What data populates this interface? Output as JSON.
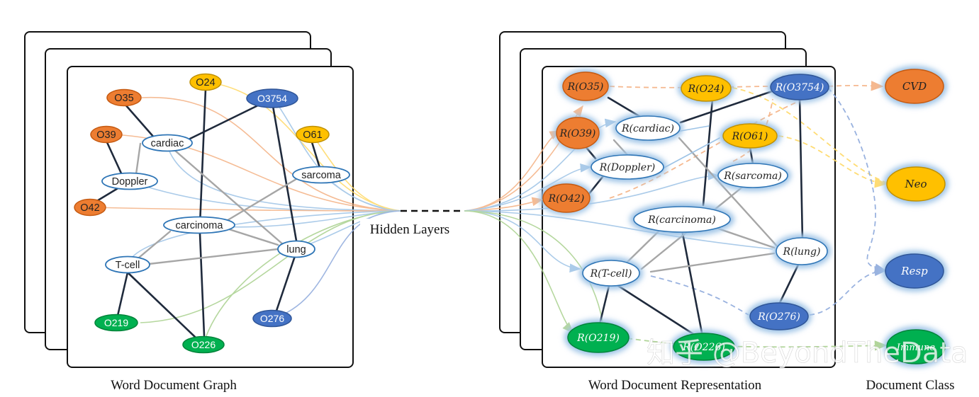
{
  "captions": {
    "left": "Word Document Graph",
    "middle": "Hidden Layers",
    "right": "Word Document Representation",
    "classes": "Document Class"
  },
  "watermark": "知乎 @BeyondTheData",
  "colors": {
    "orange": "#ED7D31",
    "orange_border": "#C55A11",
    "yellow": "#FFC000",
    "yellow_border": "#BF9000",
    "blue": "#4472C4",
    "blue_border": "#2F5597",
    "green": "#00B050",
    "green_border": "#00843A",
    "word_border": "#2E75B6",
    "edge_dark": "#1F2A3C",
    "edge_gray": "#A6A6A6",
    "glow": "#9DC3E6"
  },
  "graph": {
    "nodes": [
      {
        "id": "O35",
        "label": "O35",
        "kind": "orange"
      },
      {
        "id": "O24",
        "label": "O24",
        "kind": "yellow"
      },
      {
        "id": "O3754",
        "label": "O3754",
        "kind": "blue"
      },
      {
        "id": "O39",
        "label": "O39",
        "kind": "orange"
      },
      {
        "id": "O61",
        "label": "O61",
        "kind": "yellow"
      },
      {
        "id": "cardiac",
        "label": "cardiac",
        "kind": "word"
      },
      {
        "id": "sarcoma",
        "label": "sarcoma",
        "kind": "word"
      },
      {
        "id": "Doppler",
        "label": "Doppler",
        "kind": "word"
      },
      {
        "id": "O42",
        "label": "O42",
        "kind": "orange"
      },
      {
        "id": "carcinoma",
        "label": "carcinoma",
        "kind": "word"
      },
      {
        "id": "lung",
        "label": "lung",
        "kind": "word"
      },
      {
        "id": "Tcell",
        "label": "T-cell",
        "kind": "word"
      },
      {
        "id": "O219",
        "label": "O219",
        "kind": "green"
      },
      {
        "id": "O276",
        "label": "O276",
        "kind": "blue"
      },
      {
        "id": "O226",
        "label": "O226",
        "kind": "green"
      }
    ]
  },
  "representation": {
    "nodes": [
      {
        "id": "O35",
        "label": "R(O35)",
        "kind": "orange"
      },
      {
        "id": "O24",
        "label": "R(O24)",
        "kind": "yellow"
      },
      {
        "id": "O3754",
        "label": "R(O3754)",
        "kind": "blue"
      },
      {
        "id": "O39",
        "label": "R(O39)",
        "kind": "orange"
      },
      {
        "id": "cardiac",
        "label": "R(cardiac)",
        "kind": "word"
      },
      {
        "id": "O61",
        "label": "R(O61)",
        "kind": "yellow"
      },
      {
        "id": "Doppler",
        "label": "R(Doppler)",
        "kind": "word"
      },
      {
        "id": "sarcoma",
        "label": "R(sarcoma)",
        "kind": "word"
      },
      {
        "id": "O42",
        "label": "R(O42)",
        "kind": "orange"
      },
      {
        "id": "carcinoma",
        "label": "R(carcinoma)",
        "kind": "word"
      },
      {
        "id": "lung",
        "label": "R(lung)",
        "kind": "word"
      },
      {
        "id": "Tcell",
        "label": "R(T-cell)",
        "kind": "word"
      },
      {
        "id": "O276",
        "label": "R(O276)",
        "kind": "blue"
      },
      {
        "id": "O219",
        "label": "R(O219)",
        "kind": "green"
      },
      {
        "id": "O226",
        "label": "R(O226)",
        "kind": "green"
      }
    ]
  },
  "classes": [
    {
      "id": "CVD",
      "label": "CVD",
      "kind": "orange"
    },
    {
      "id": "Neo",
      "label": "Neo",
      "kind": "yellow"
    },
    {
      "id": "Resp",
      "label": "Resp",
      "kind": "blue"
    },
    {
      "id": "Immune",
      "label": "Immune",
      "kind": "green"
    }
  ]
}
